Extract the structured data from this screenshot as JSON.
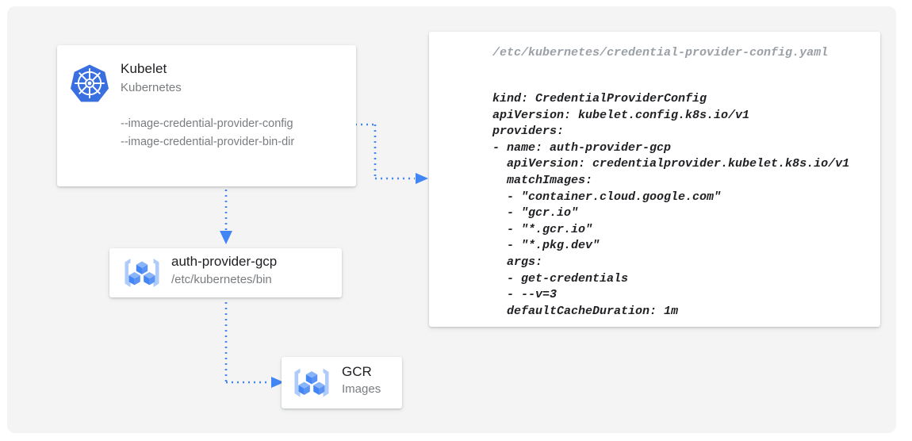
{
  "canvas": {
    "background_color": "#f4f4f4",
    "accent_color": "#4285f4",
    "icon_light_blue": "#aecbfa"
  },
  "kubelet_card": {
    "icon": "kubernetes-helm-wheel-icon",
    "title": "Kubelet",
    "subtitle": "Kubernetes",
    "flags": [
      "--image-credential-provider-config",
      "--image-credential-provider-bin-dir"
    ]
  },
  "auth_provider_card": {
    "icon": "container-registry-icon",
    "title": "auth-provider-gcp",
    "subtitle": "/etc/kubernetes/bin"
  },
  "gcr_card": {
    "icon": "container-registry-icon",
    "title": "GCR",
    "subtitle": "Images"
  },
  "yaml_card": {
    "filename": "/etc/kubernetes/credential-provider-config.yaml",
    "lines": [
      "kind: CredentialProviderConfig",
      "apiVersion: kubelet.config.k8s.io/v1",
      "providers:",
      "- name: auth-provider-gcp",
      "  apiVersion: credentialprovider.kubelet.k8s.io/v1",
      "  matchImages:",
      "  - \"container.cloud.google.com\"",
      "  - \"gcr.io\"",
      "  - \"*.gcr.io\"",
      "  - \"*.pkg.dev\"",
      "  args:",
      "  - get-credentials",
      "  - --v=3",
      "  defaultCacheDuration: 1m"
    ]
  },
  "connectors": [
    {
      "name": "kubelet-config-flag-to-yaml",
      "style": "dotted",
      "arrow": "right"
    },
    {
      "name": "kubelet-to-auth-provider",
      "style": "dotted",
      "arrow": "down"
    },
    {
      "name": "auth-provider-to-gcr",
      "style": "dotted",
      "arrow": "right"
    }
  ]
}
